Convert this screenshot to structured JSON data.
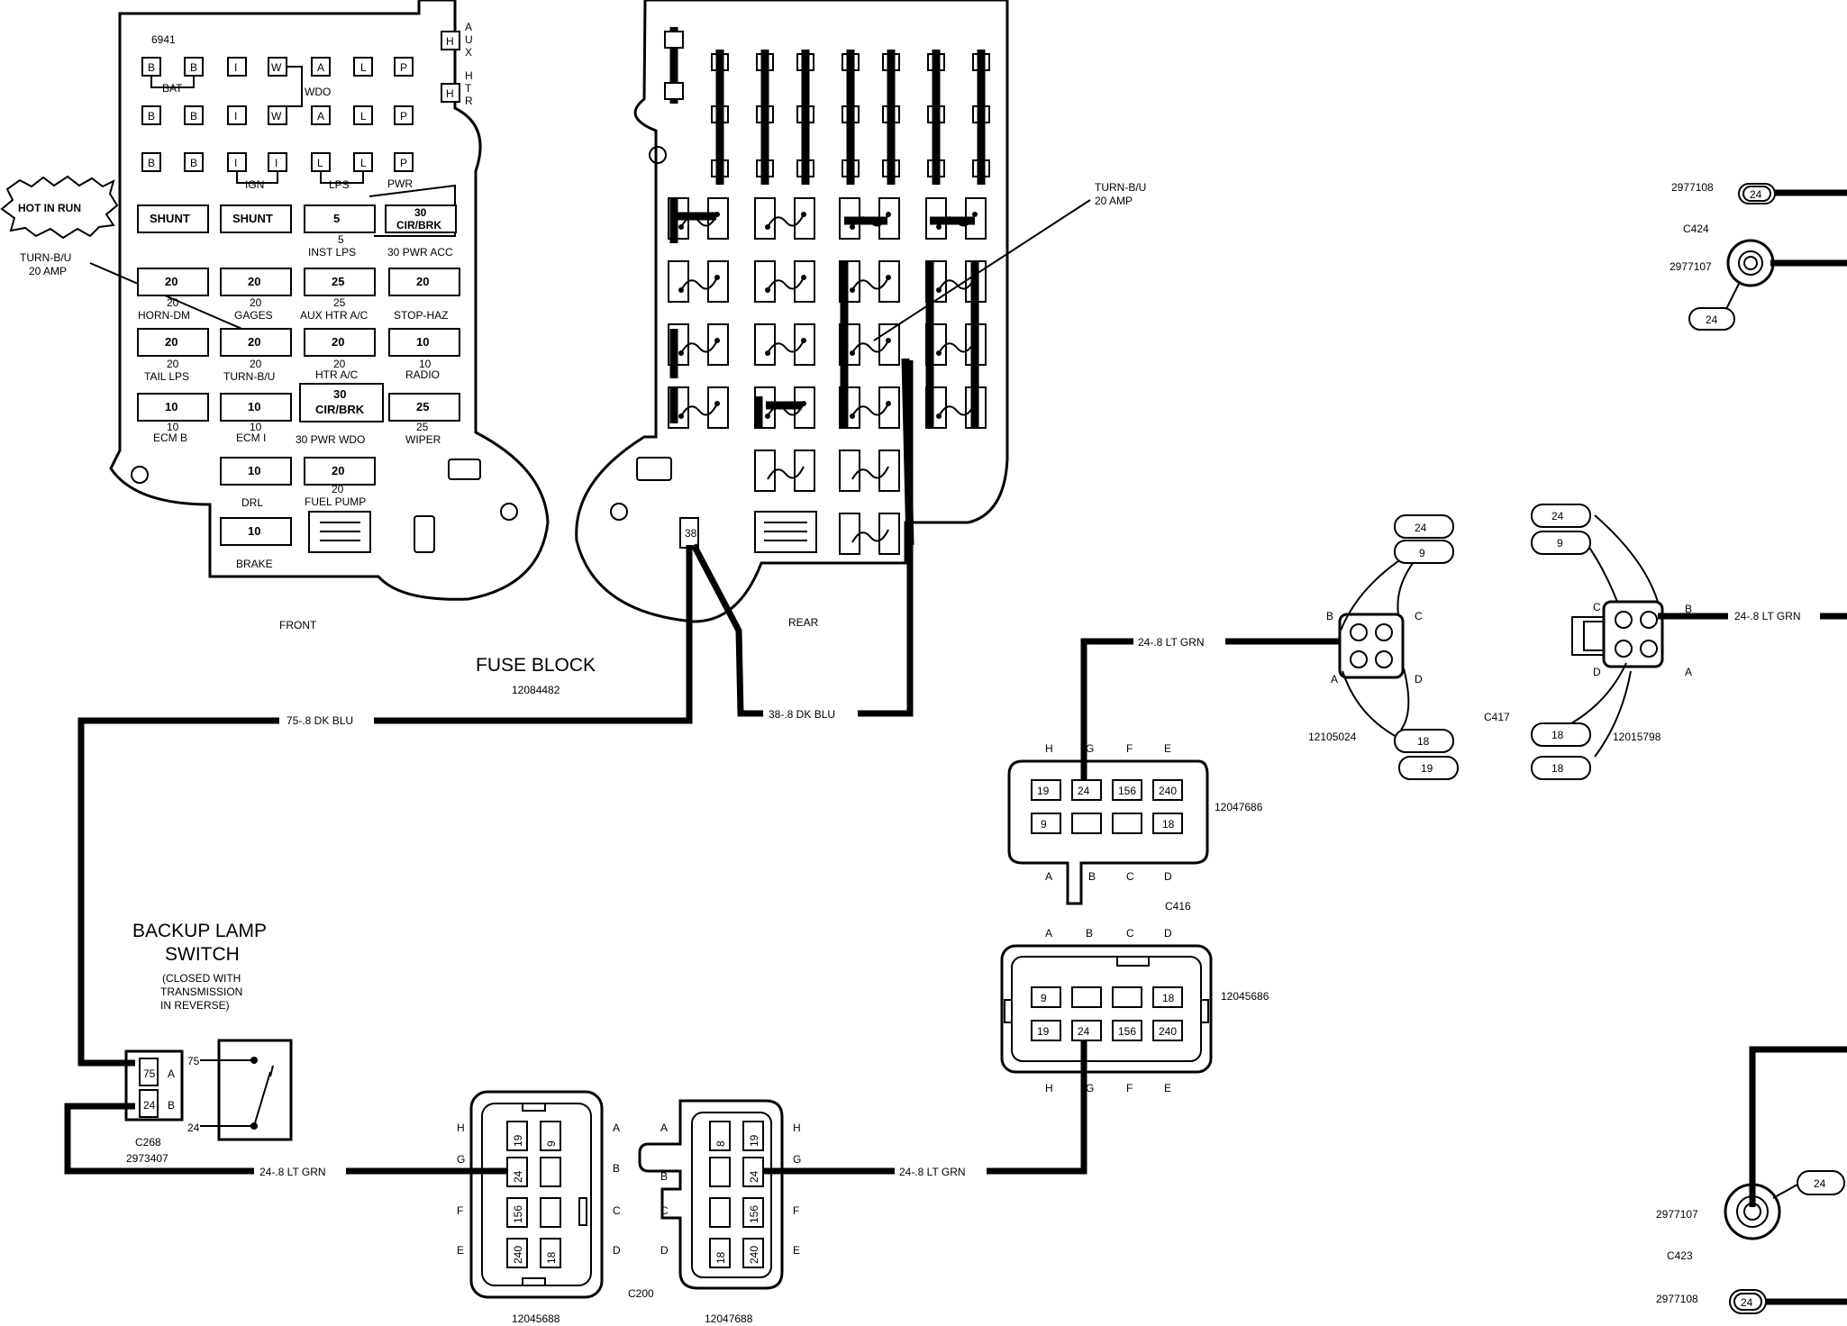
{
  "fuse_block": {
    "title": "FUSE BLOCK",
    "part": "12084482",
    "number": "6941",
    "front_label": "FRONT",
    "rear_label": "REAR",
    "hot_in_run": "HOT IN RUN",
    "turn_bu_left": [
      "TURN-B/U",
      "20 AMP"
    ],
    "turn_bu_right": [
      "TURN-B/U",
      "20 AMP"
    ],
    "aux": [
      "A",
      "U",
      "X"
    ],
    "htr": [
      "H",
      "T",
      "R"
    ],
    "h_label": "H",
    "row1": [
      "B",
      "B",
      "I",
      "W",
      "A",
      "L",
      "P"
    ],
    "row2": [
      "B",
      "B",
      "I",
      "W",
      "A",
      "L",
      "P"
    ],
    "row3": [
      "B",
      "B",
      "I",
      "I",
      "L",
      "L",
      "P"
    ],
    "bat": "BAT",
    "wdo": "WDO",
    "ign": "IGN",
    "lps": "LPS",
    "pwr": "PWR",
    "fuses": {
      "shunt1": "SHUNT",
      "shunt2": "SHUNT",
      "inst_lps": "5",
      "inst_lps_sub": "5",
      "inst_lps_label": "INST LPS",
      "cir_brk_a": [
        "30",
        "CIR/BRK"
      ],
      "pwr_acc": "30 PWR ACC",
      "horn": "20",
      "horn_sub": "20",
      "horn_label": "HORN-DM",
      "gages": "20",
      "gages_sub": "20",
      "gages_label": "GAGES",
      "aux_htr": "25",
      "aux_htr_sub": "25",
      "aux_htr_label": "AUX HTR A/C",
      "stop_haz": "20",
      "stop_haz_label": "STOP-HAZ",
      "tail": "20",
      "tail_sub": "20",
      "tail_label": "TAIL LPS",
      "turn": "20",
      "turn_sub": "20",
      "turn_label": "TURN-B/U",
      "htr_ac": "20",
      "htr_ac_sub": "20",
      "htr_ac_label": "HTR A/C",
      "radio": "10",
      "radio_sub": "10",
      "radio_label": "RADIO",
      "ecm_b": "10",
      "ecm_b_sub": "10",
      "ecm_b_label": "ECM B",
      "ecm_i": "10",
      "ecm_i_sub": "10",
      "ecm_i_label": "ECM I",
      "cir_brk_b": [
        "30",
        "CIR/BRK"
      ],
      "pwr_wdo": "30 PWR WDO",
      "wiper": "25",
      "wiper_sub": "25",
      "wiper_label": "WIPER",
      "drl": "10",
      "drl_label": "DRL",
      "fuel": "20",
      "fuel_sub": "20",
      "fuel_label": "FUEL PUMP",
      "brake": "10",
      "brake_label": "BRAKE"
    },
    "rear_pin": "38"
  },
  "wires": {
    "w75": "75-.8 DK BLU",
    "w38": "38-.8 DK BLU",
    "w24_top": "24-.8 LT GRN",
    "w24_right": "24-.8 LT GRN",
    "w24_left": "24-.8 LT GRN",
    "w24_mid": "24-.8 LT GRN"
  },
  "switch": {
    "title": [
      "BACKUP LAMP",
      "SWITCH"
    ],
    "note": [
      "(CLOSED WITH",
      "TRANSMISSION",
      "IN REVERSE)"
    ],
    "pins": [
      "75",
      "24"
    ],
    "pin_letters": [
      "A",
      "B"
    ],
    "connector": "C268",
    "part": "2973407",
    "terminals": [
      "75",
      "24"
    ]
  },
  "c416": {
    "name": "C416",
    "top_letters": [
      "H",
      "G",
      "F",
      "E"
    ],
    "bottom_letters": [
      "A",
      "B",
      "C",
      "D"
    ],
    "row_top": [
      "19",
      "24",
      "156",
      "240"
    ],
    "row_bottom": [
      "9",
      "",
      "",
      "18"
    ],
    "part": "12047686"
  },
  "c416b": {
    "top_letters": [
      "A",
      "B",
      "C",
      "D"
    ],
    "bottom_letters": [
      "H",
      "G",
      "F",
      "E"
    ],
    "row_top": [
      "9",
      "",
      "",
      "18"
    ],
    "row_bottom": [
      "19",
      "24",
      "156",
      "240"
    ],
    "part": "12045686"
  },
  "c200": {
    "name": "C200",
    "left_part": "12045688",
    "right_part": "12047688",
    "left_outer": [
      "H",
      "G",
      "F",
      "E"
    ],
    "left_inner": [
      "A",
      "B",
      "C",
      "D"
    ],
    "right_inner": [
      "A",
      "B",
      "C",
      "D"
    ],
    "right_outer": [
      "H",
      "G",
      "F",
      "E"
    ],
    "left_cells": [
      [
        "19",
        "9"
      ],
      [
        "24",
        ""
      ],
      [
        "156",
        ""
      ],
      [
        "240",
        "18"
      ]
    ],
    "right_cells": [
      [
        "8",
        "19"
      ],
      [
        "",
        "24"
      ],
      [
        "",
        "156"
      ],
      [
        "18",
        "240"
      ]
    ]
  },
  "c1_connector": {
    "part": "12105024",
    "letters": [
      "B",
      "C",
      "A",
      "D"
    ],
    "tags": [
      "24",
      "9",
      "18",
      "19"
    ]
  },
  "c417": {
    "name": "C417",
    "part": "12015798",
    "letters": [
      "C",
      "B",
      "D",
      "A"
    ],
    "tags": [
      "24",
      "9",
      "18",
      "18"
    ]
  },
  "c424": {
    "name": "C424",
    "part_a": "2977108",
    "part_b": "2977107",
    "tag": "24",
    "tag2": "24"
  },
  "c423": {
    "name": "C423",
    "part_a": "2977107",
    "part_b": "2977108",
    "tag": "24",
    "tag2": "24"
  }
}
